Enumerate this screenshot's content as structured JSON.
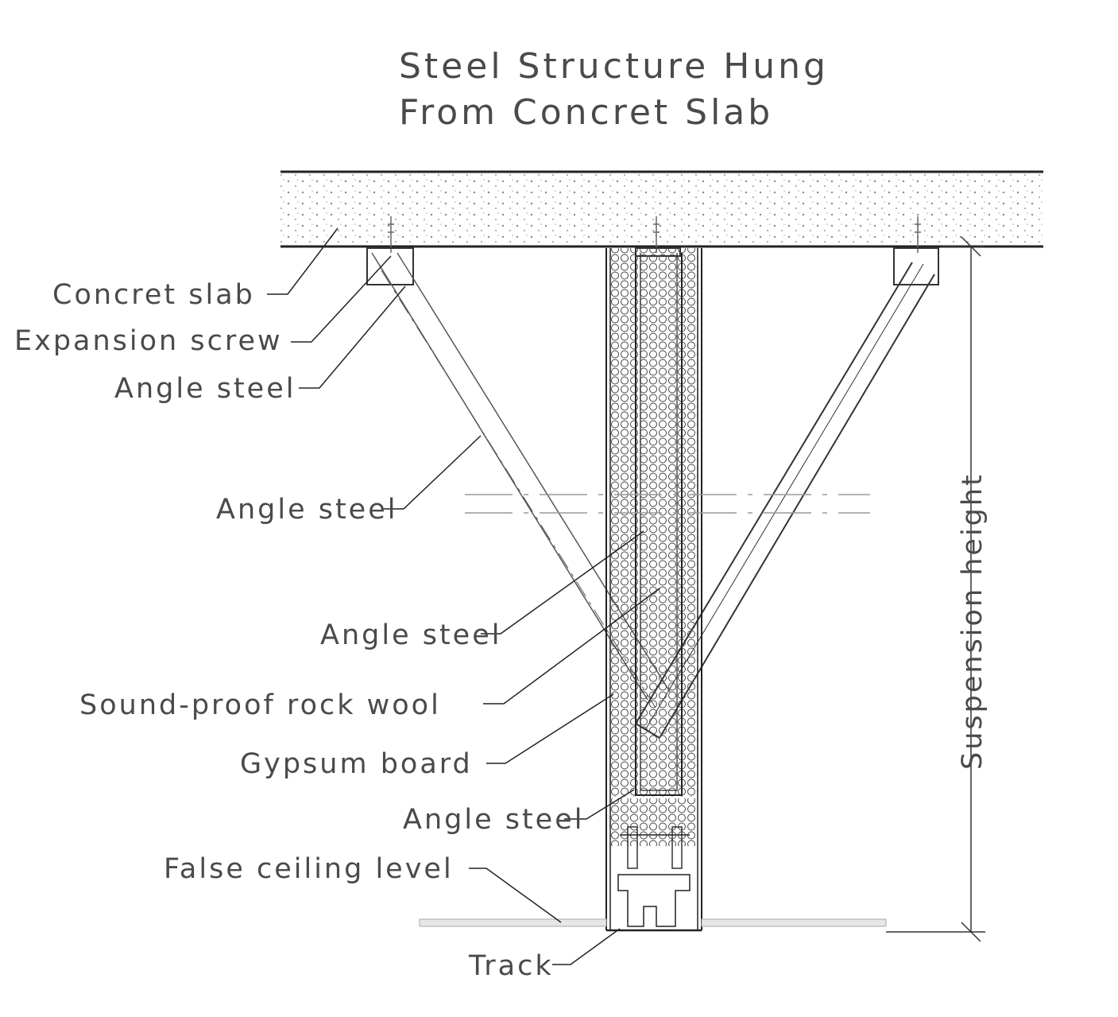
{
  "title": {
    "line1": "Steel Structure Hung",
    "line2": "From Concret Slab"
  },
  "labels": {
    "concrete_slab": "Concret slab",
    "expansion_screw": "Expansion screw",
    "angle_steel_1": "Angle steel",
    "angle_steel_2": "Angle steel",
    "angle_steel_3": "Angle steel",
    "rock_wool": "Sound-proof rock wool",
    "gypsum_board": "Gypsum board",
    "angle_steel_4": "Angle steel",
    "false_ceiling": "False ceiling level",
    "track": "Track",
    "suspension_height": "Suspension height"
  }
}
